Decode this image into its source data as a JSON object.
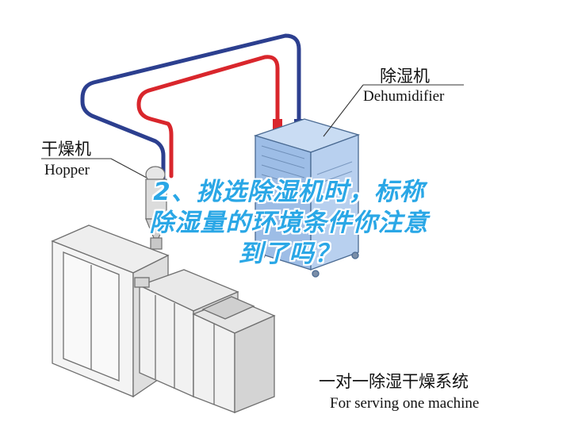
{
  "labels": {
    "dehumidifier_cn": "除湿机",
    "dehumidifier_en": "Dehumidifier",
    "hopper_cn": "干燥机",
    "hopper_en": "Hopper",
    "system_cn": "一对一除湿干燥系统",
    "system_en": "For serving one machine"
  },
  "overlay": {
    "line1": "2、挑选除湿机时，标称",
    "line2": "除湿量的环境条件你注意",
    "line3": "到了吗？"
  },
  "colors": {
    "overlay_text": "#2aa7e6",
    "dehumidifier_body": "#a9c6ea",
    "pipe_red": "#d9262c",
    "pipe_blue": "#2c3f8f"
  }
}
